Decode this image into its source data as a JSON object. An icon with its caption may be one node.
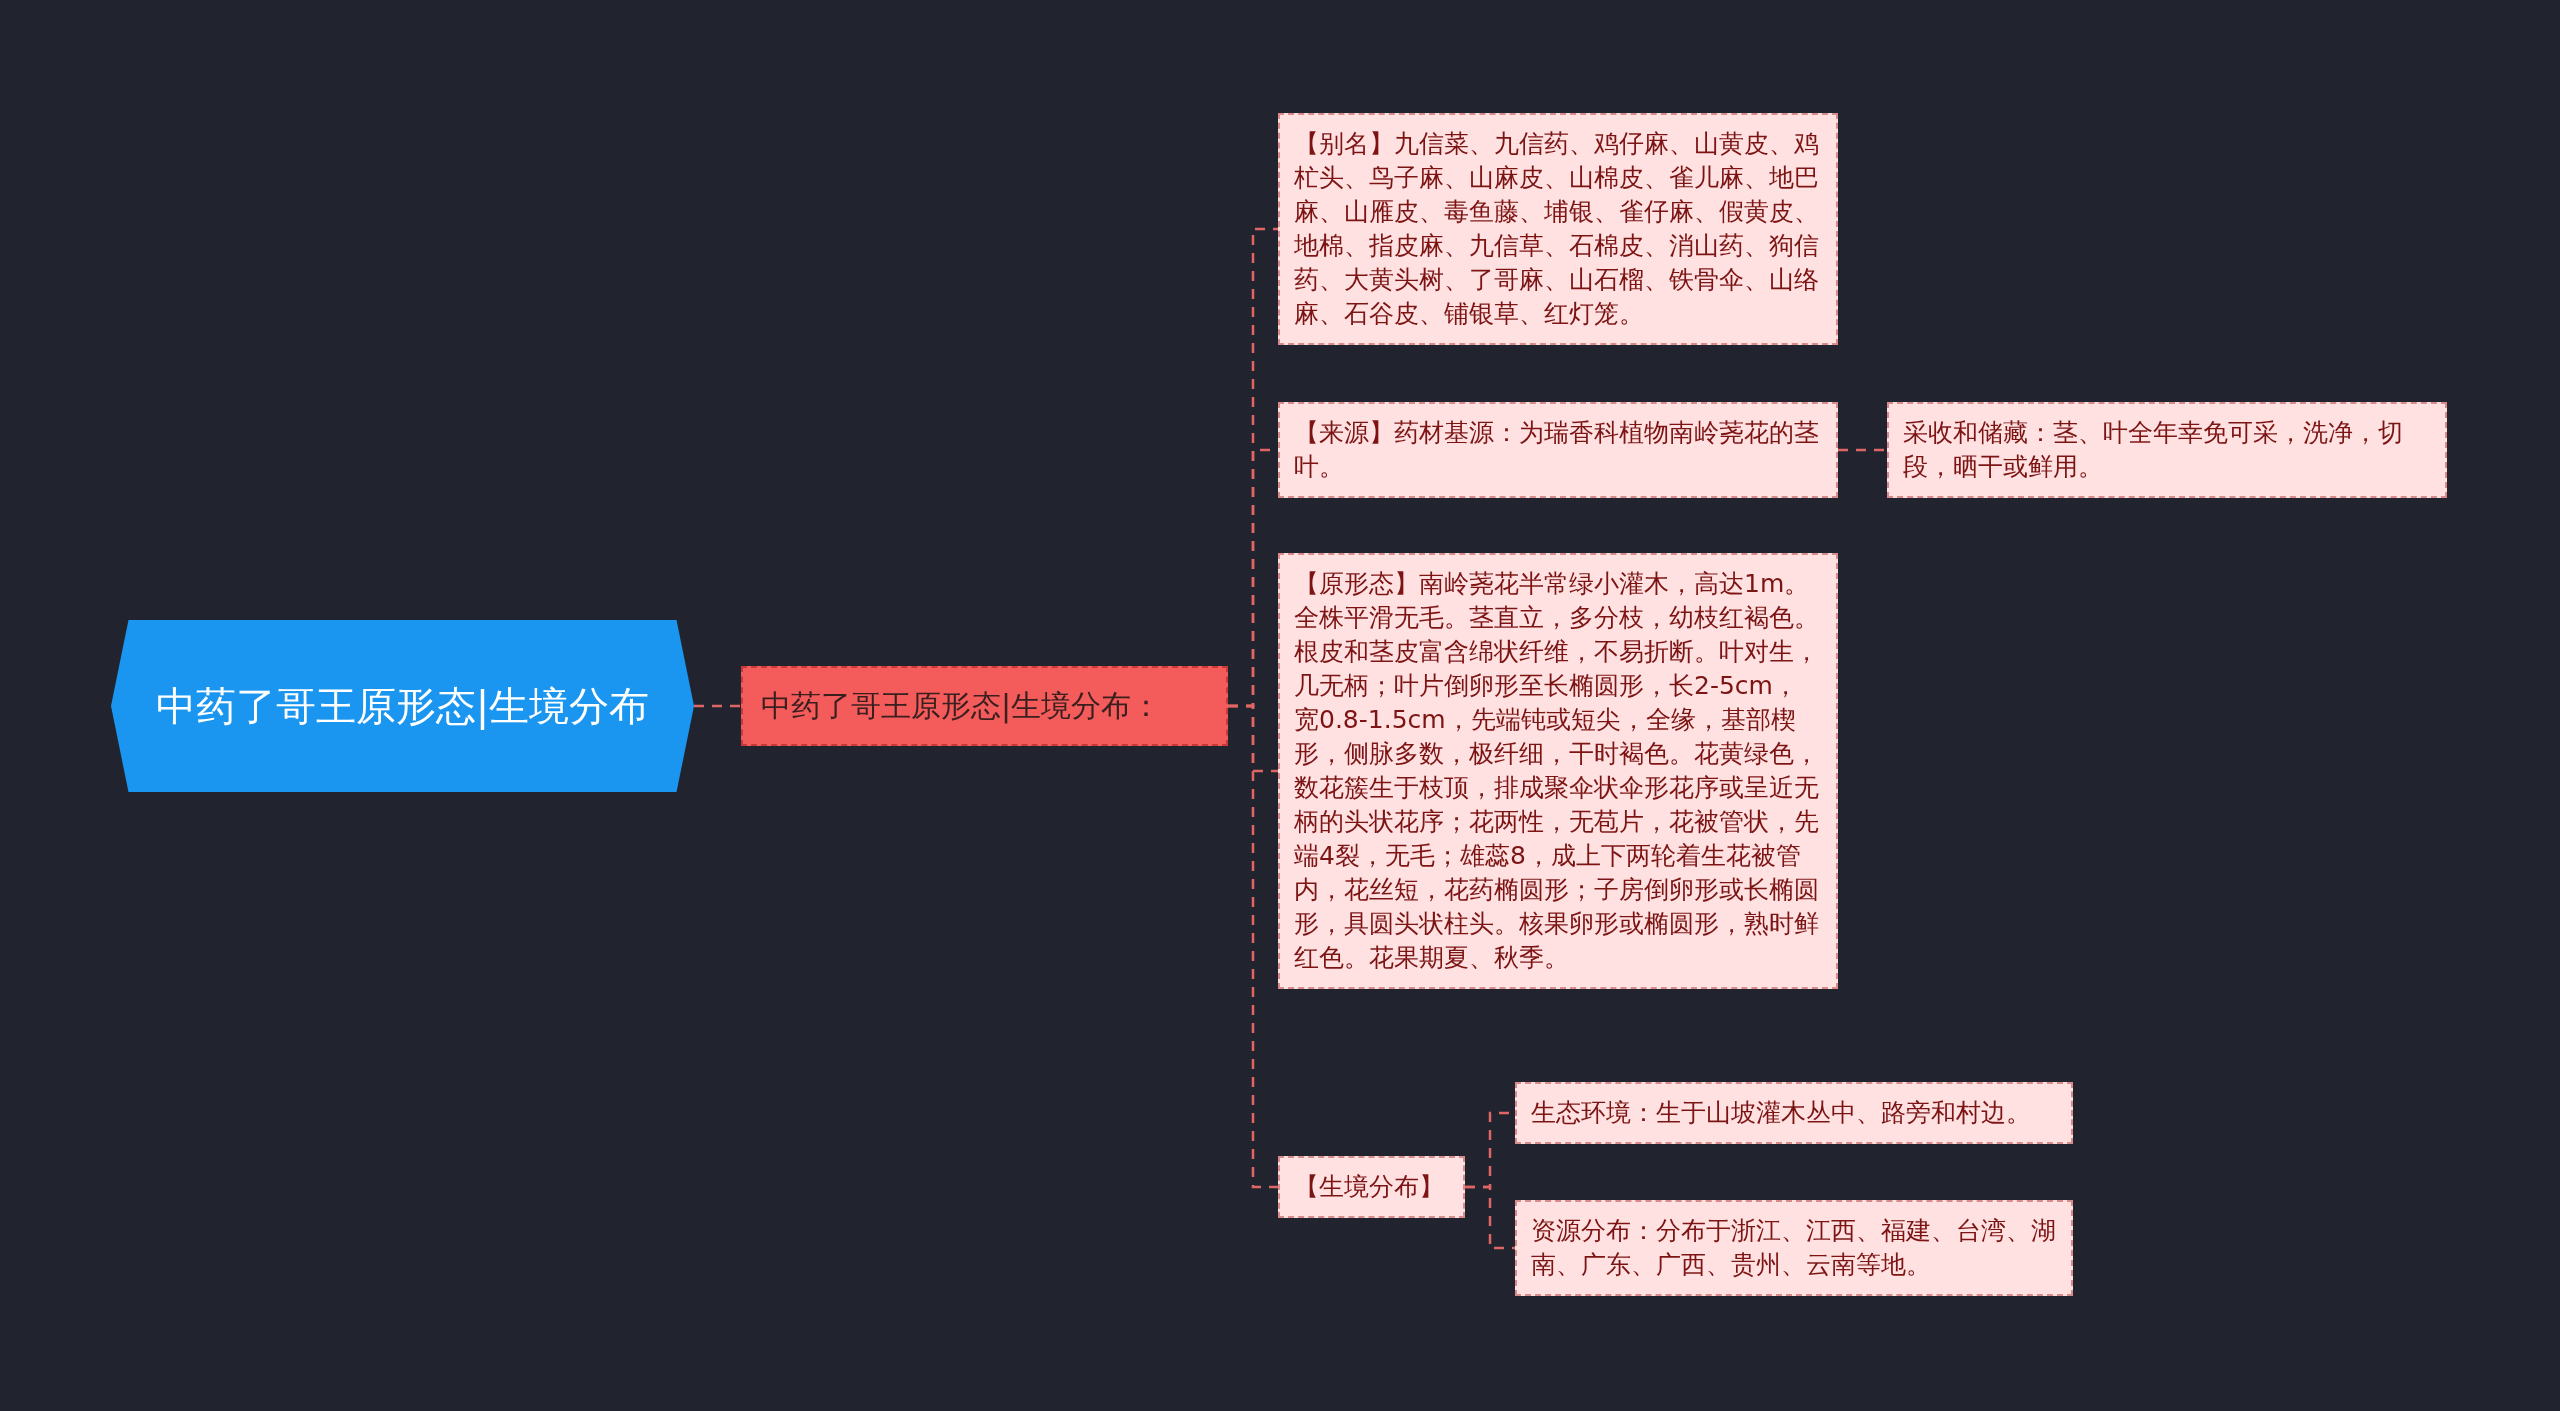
{
  "diagram": {
    "nodes": [
      {
        "text": [
          "中药了哥王原形态|生境分布"
        ]
      },
      {
        "text": [
          "中药了哥王原形态|生境分布："
        ]
      },
      {
        "text": [
          "【别名】九信菜、九信药、鸡仔麻、山黄皮、鸡杧头、鸟子麻、山麻皮、山棉皮、雀儿麻、地巴麻、山雁皮、毒鱼藤、埔银、雀仔麻、假黄皮、地棉、指皮麻、九信草、石棉皮、消山药、狗信药、大黄头树、了哥麻、山石榴、铁骨伞、山络麻、石谷皮、铺银草、红灯笼。"
        ]
      },
      {
        "text": [
          "【来源】药材基源：为瑞香科植物南岭荛花的茎叶。"
        ]
      },
      {
        "text": [
          "采收和储藏：茎、叶全年幸免可采，洗净，切段，晒干或鲜用。"
        ]
      },
      {
        "text": [
          "【原形态】南岭荛花半常绿小灌木，高达1m。全株平滑无毛。茎直立，多分枝，幼枝红褐色。根皮和茎皮富含绵状纤维，不易折断。叶对生，几无柄；叶片倒卵形至长椭圆形，长2-5cm，宽0.8-1.5cm，先端钝或短尖，全缘，基部楔形，侧脉多数，极纤细，干时褐色。花黄绿色，数花簇生于枝顶，排成聚伞状伞形花序或呈近无柄的头状花序；花两性，无苞片，花被管状，先端4裂，无毛；雄蕊8，成上下两轮着生花被管内，花丝短，花药椭圆形；子房倒卵形或长椭圆形，具圆头状柱头。核果卵形或椭圆形，熟时鲜红色。花果期夏、秋季。"
        ]
      },
      {
        "text": [
          "【生境分布】"
        ]
      },
      {
        "text": [
          "生态环境：生于山坡灌木丛中、路旁和村边。"
        ]
      },
      {
        "text": [
          "资源分布：分布于浙江、江西、福建、台湾、湖南、广东、广西、贵州、云南等地。"
        ]
      }
    ],
    "edges": [
      {
        "from": 0,
        "to": 1,
        "arrow": "none"
      },
      {
        "from": 1,
        "to": 2,
        "arrow": "none"
      },
      {
        "from": 1,
        "to": 3,
        "arrow": "none"
      },
      {
        "from": 3,
        "to": 4,
        "arrow": "none"
      },
      {
        "from": 1,
        "to": 5,
        "arrow": "none"
      },
      {
        "from": 1,
        "to": 6,
        "arrow": "none"
      },
      {
        "from": 6,
        "to": 7,
        "arrow": "none"
      },
      {
        "from": 6,
        "to": 8,
        "arrow": "none"
      }
    ]
  }
}
